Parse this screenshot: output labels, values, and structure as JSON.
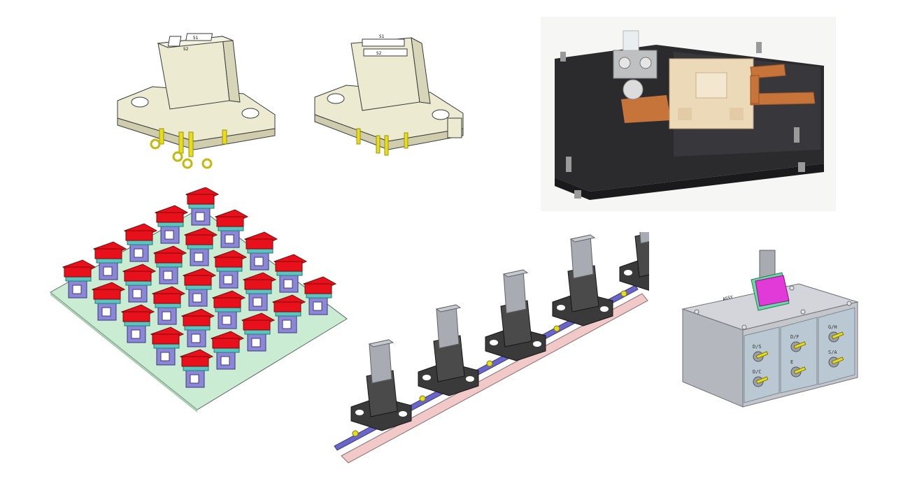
{
  "colors": {
    "background": "#ffffff",
    "cad_ivory": "#ecebd2",
    "cad_ivory_dark": "#cfcdae",
    "cad_edge": "#3a3a3a",
    "gold_pin": "#e8dd1a",
    "board_green": "#c9ecd2",
    "switch_red": "#e8101a",
    "switch_blue": "#8c86d6",
    "switch_teal": "#58c6c0",
    "housing_dark": "#3a3a3a",
    "actuator_grey": "#a8acb2",
    "strip_pink": "#f1c9c9",
    "strip_blue": "#6a66c8",
    "photo_plate": "#2b2b2e",
    "photo_ceramic": "#ecd9b8",
    "photo_copper": "#c6743a",
    "box_grey": "#c4c6cc",
    "box_window": "#b9c8d2",
    "magenta_cap": "#e23ad8"
  },
  "panels": {
    "connector_a": {
      "top_label_1": "S1",
      "top_label_2": "S2"
    },
    "connector_b": {
      "top_label_1": "S1",
      "top_label_2": "S2"
    },
    "test_box": {
      "plate_label": "ASSY",
      "terminal_labels": [
        "D/S",
        "D/F",
        "G/H",
        "D/C",
        "E",
        "S/A"
      ]
    }
  }
}
